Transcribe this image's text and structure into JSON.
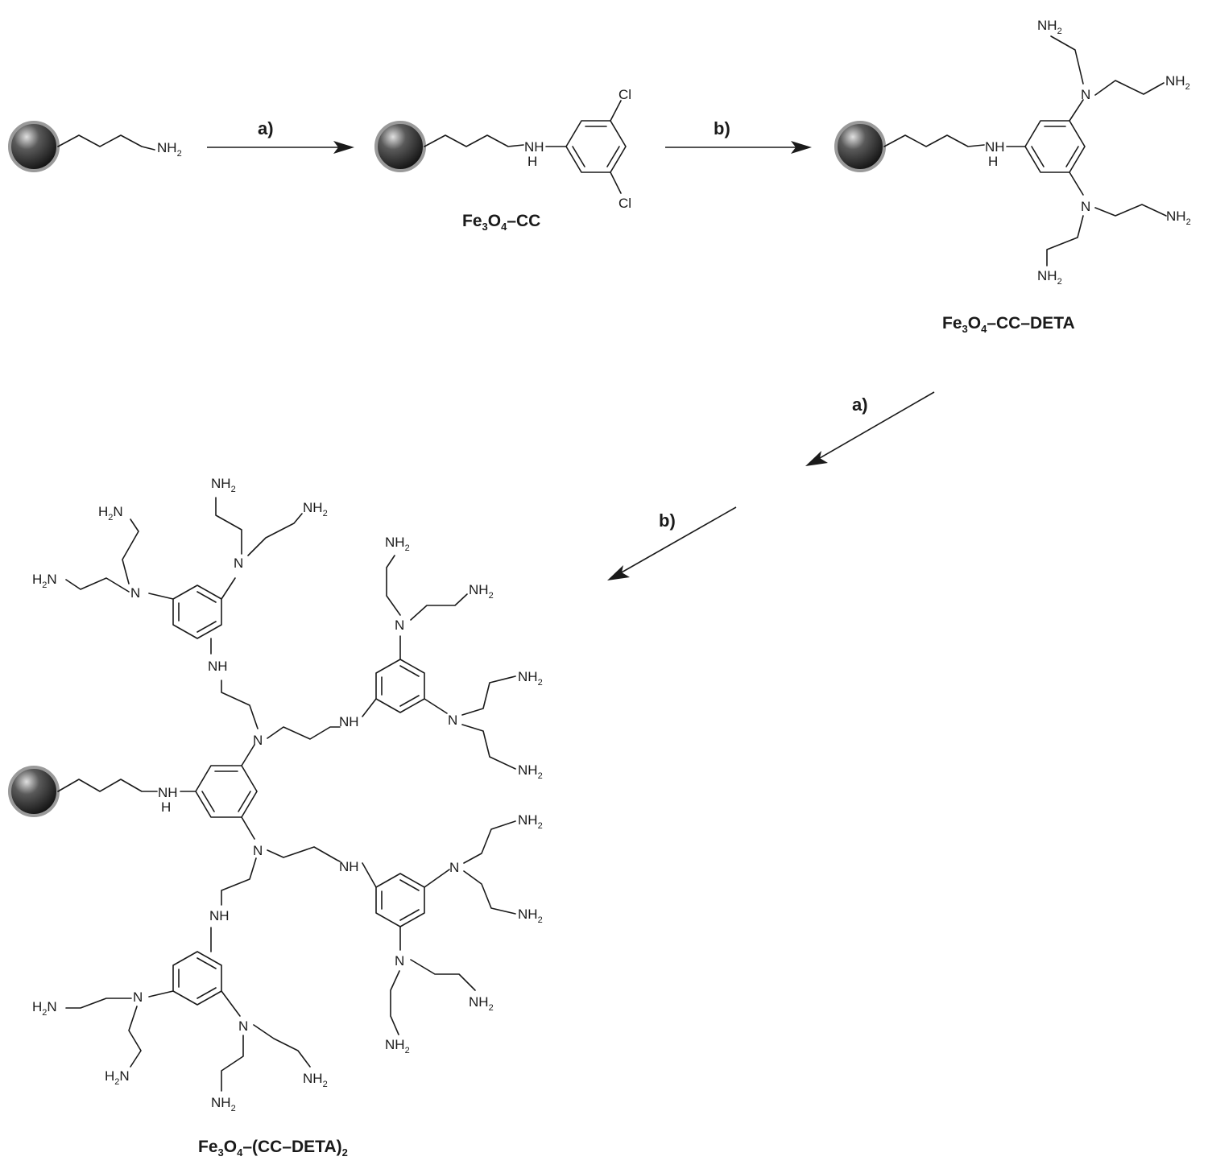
{
  "steps": {
    "a": "a)",
    "b": "b)"
  },
  "atoms": {
    "nh2": "NH",
    "nh": "NH",
    "n": "N",
    "h": "H",
    "h2n": "H",
    "cl": "Cl",
    "sub2": "2"
  },
  "compounds": {
    "cc": {
      "fe": "Fe",
      "s3": "3",
      "o": "O",
      "s4": "4",
      "rest": "–CC"
    },
    "cc_deta": {
      "fe": "Fe",
      "s3": "3",
      "o": "O",
      "s4": "4",
      "rest": "–CC–DETA"
    },
    "cc_deta2": {
      "fe": "Fe",
      "s3": "3",
      "o": "O",
      "s4": "4",
      "rest": "–(CC–DETA)",
      "s2": "2"
    }
  },
  "colors": {
    "ink": "#1a1a1a",
    "bead_dark": "#0d0d0d",
    "bead_mid": "#5a5a5a",
    "bead_light": "#e0e0e0",
    "bead_rim": "#9a9a9a"
  }
}
